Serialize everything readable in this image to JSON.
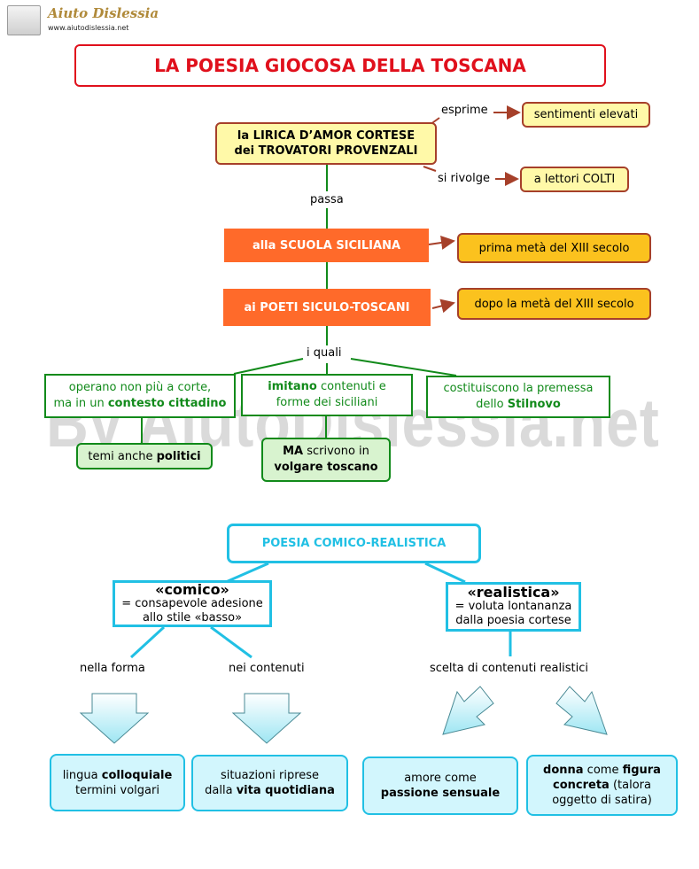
{
  "logo": {
    "name": "Aiuto Dislessia",
    "url": "www.aiutodislessia.net"
  },
  "watermark": "By AiutoDislessia.net",
  "title": "LA POESIA GIOCOSA DELLA TOSCANA",
  "lirica": {
    "line1": "la LIRICA D’AMOR CORTESE",
    "line2": "dei TROVATORI PROVENZALI"
  },
  "links": {
    "esprime": "esprime",
    "si_rivolge": "si rivolge",
    "passa": "passa",
    "i_quali": "i quali",
    "nella_forma": "nella forma",
    "nei_contenuti": "nei contenuti",
    "scelta": "scelta di contenuti realistici"
  },
  "sentimenti": "sentimenti elevati",
  "lettori": "a lettori COLTI",
  "scuola": "alla SCUOLA SICILIANA",
  "prima_meta": "prima metà del XIII secolo",
  "poeti": "ai POETI SICULO-TOSCANI",
  "dopo_meta": "dopo la metà del XIII secolo",
  "operano": {
    "line1": "operano non più a corte,",
    "prefix": "ma in un ",
    "bold": "contesto cittadino"
  },
  "imitano": {
    "bold": "imitano",
    "rest1": " contenuti e",
    "line2": "forme  dei siciliani"
  },
  "costituiscono": {
    "line1": "costituiscono la premessa",
    "prefix": "dello ",
    "bold": "Stilnovo"
  },
  "temi": {
    "prefix": "temi anche ",
    "bold": "politici"
  },
  "volgare": {
    "bold1": "MA",
    "rest1": " scrivono in",
    "bold2": "volgare toscano"
  },
  "poesia_comico": "POESIA COMICO-REALISTICA",
  "comico": {
    "head": "«comico»",
    "line2": "= consapevole adesione",
    "line3": "allo stile «basso»"
  },
  "realistica": {
    "head": "«realistica»",
    "line2": "= voluta lontananza",
    "line3": "dalla poesia cortese"
  },
  "lingua": {
    "prefix": "lingua ",
    "bold": "colloquiale",
    "line2": "termini volgari"
  },
  "situazioni": {
    "line1": "situazioni riprese",
    "prefix": "dalla ",
    "bold": "vita quotidiana"
  },
  "amore": {
    "line1": "amore come",
    "bold": "passione sensuale"
  },
  "donna": {
    "bold1": "donna",
    "mid": " come ",
    "bold2": "figura",
    "bold3": "concreta",
    "rest": " (talora",
    "line3": "oggetto di satira)"
  },
  "colors": {
    "red": "#e0101c",
    "orange": "#ff6a2a",
    "gold": "#fbc21e",
    "brown": "#a6402a",
    "green": "#118a1a",
    "cyan": "#21c0e4"
  }
}
